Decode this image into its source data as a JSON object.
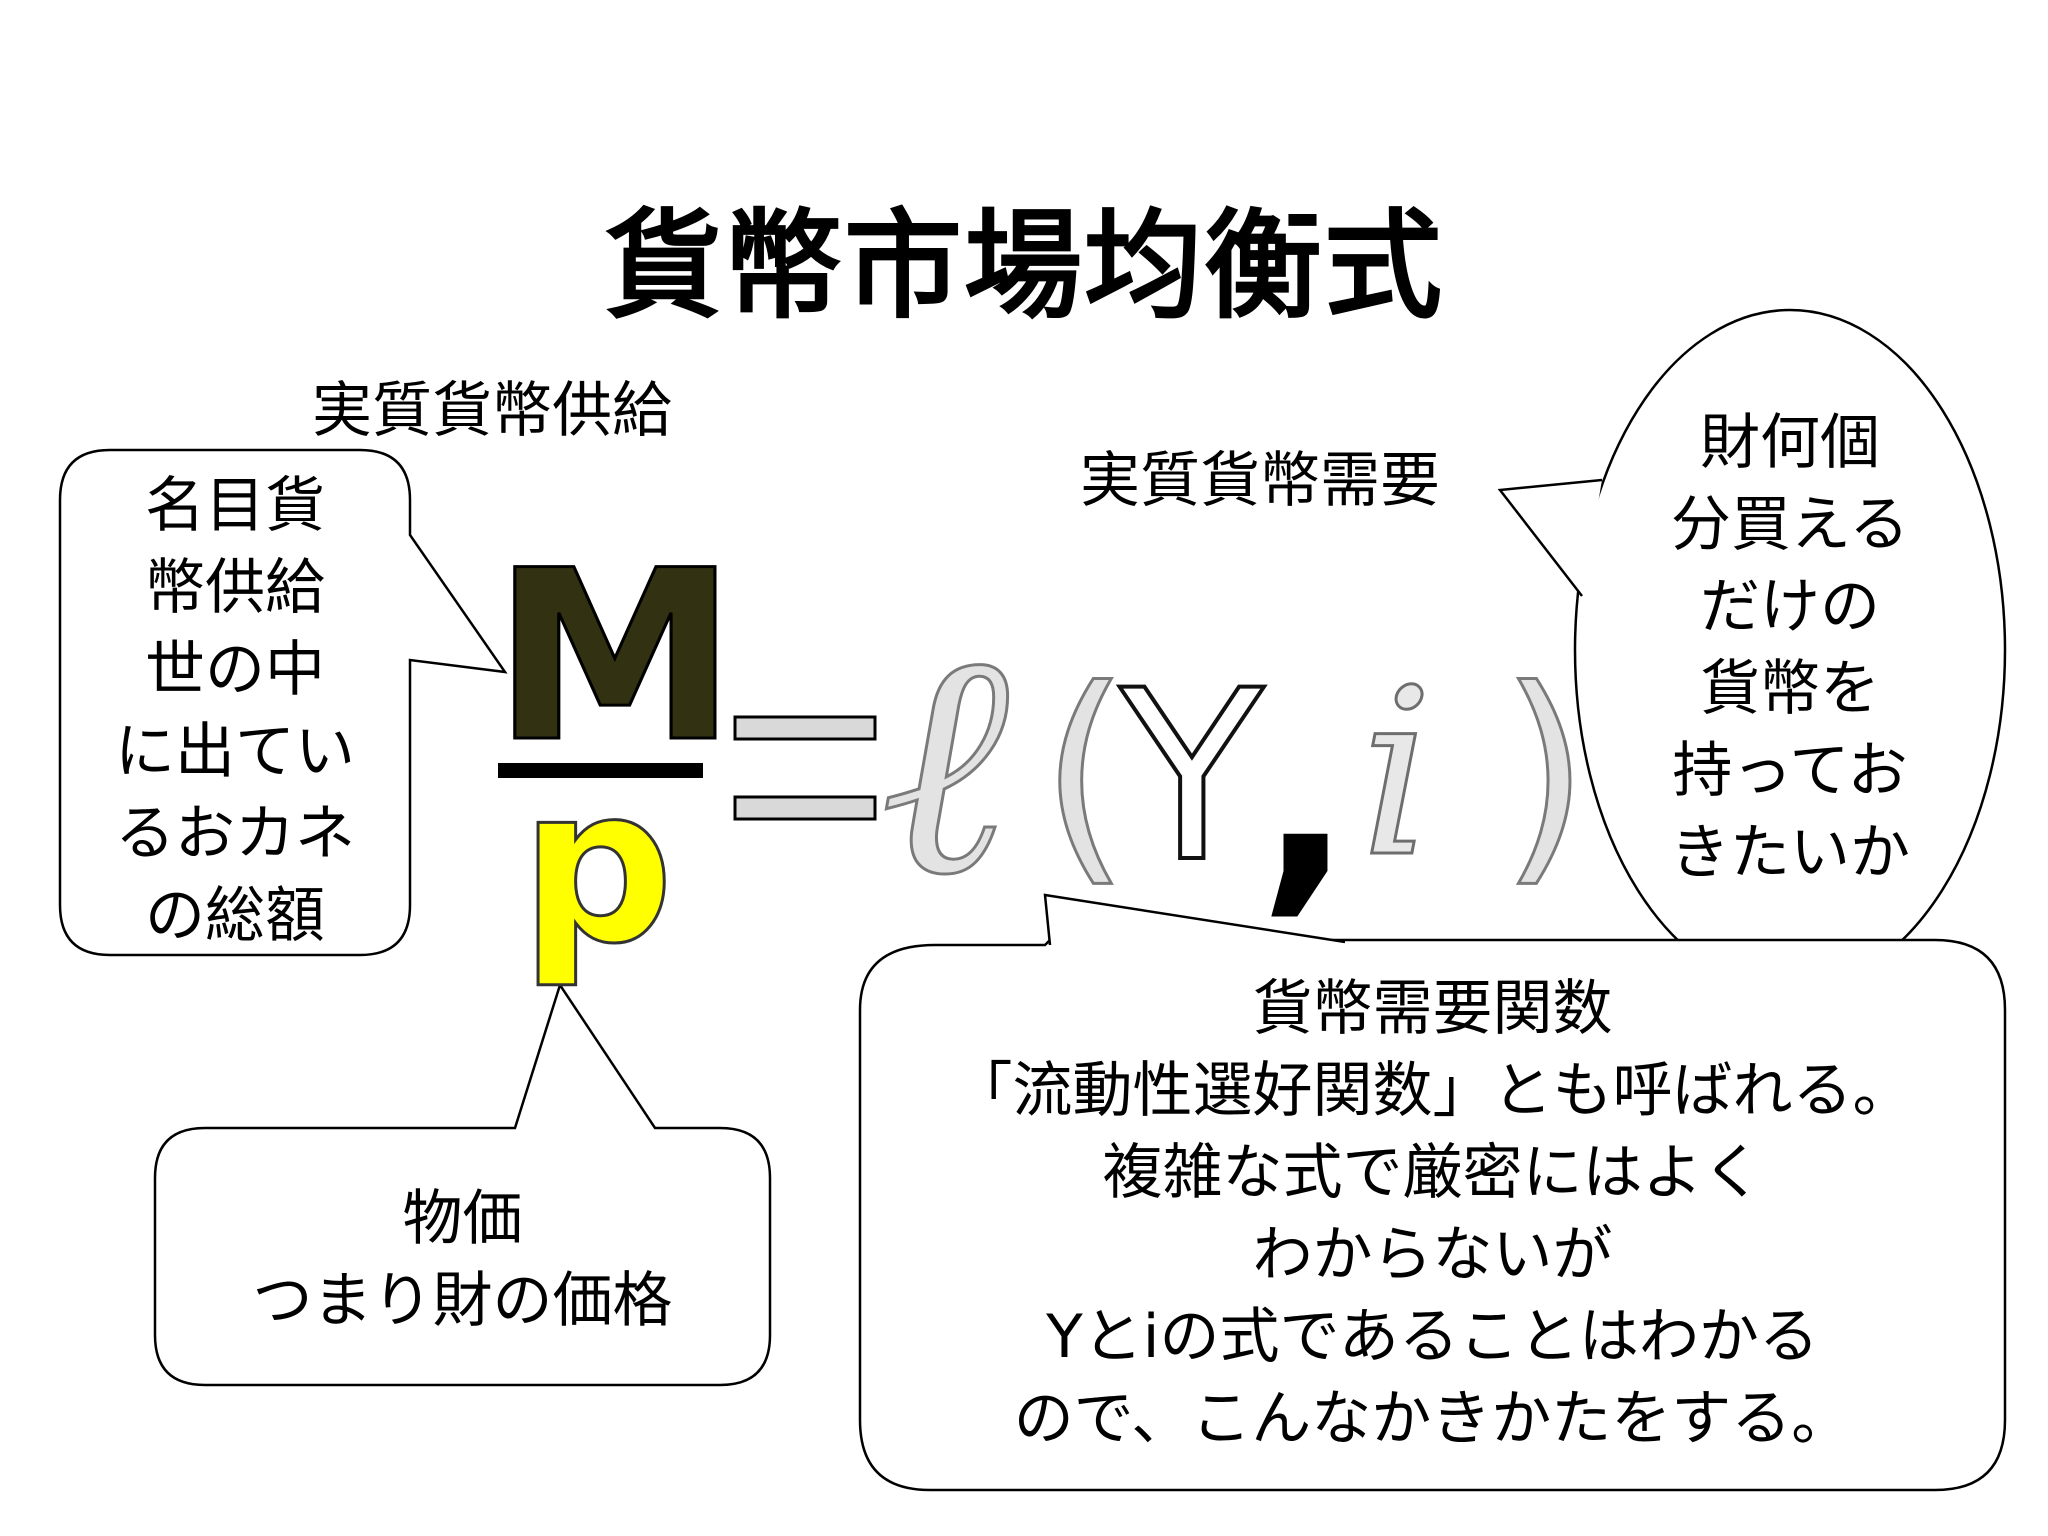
{
  "title": "貨幣市場均衡式",
  "labels": {
    "real_money_supply": "実質貨幣供給",
    "real_money_demand": "実質貨幣需要"
  },
  "equation": {
    "numerator": "M",
    "denominator": "p",
    "function_symbol": "ℓ",
    "left_paren": "(",
    "arg1": "Y",
    "comma": ",",
    "arg2": "i",
    "right_paren": ")"
  },
  "bubbles": {
    "nominal_money": [
      "名目貨",
      "幣供給",
      "世の中",
      "に出てい",
      "るおカネ",
      "の総額"
    ],
    "price": [
      "物価",
      "つまり財の価格"
    ],
    "goods_quantity": [
      "財何個",
      "分買える",
      "だけの",
      "貨幣を",
      "持ってお",
      "きたいか"
    ],
    "demand_function": [
      "貨幣需要関数",
      "「流動性選好関数」とも呼ばれる。",
      "複雑な式で厳密にはよく",
      "わからないが",
      "Yとiの式であることはわかる",
      "ので、こんなかきかたをする。"
    ]
  },
  "colors": {
    "M": "#323212",
    "p": "#ffff00",
    "equals": "#d9d9d9"
  }
}
